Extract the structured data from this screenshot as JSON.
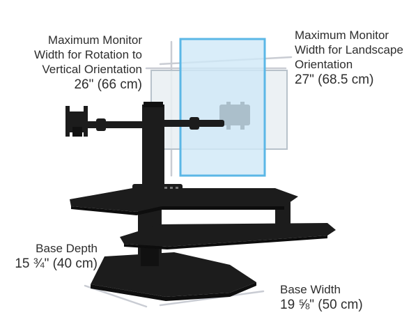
{
  "labels": {
    "rotation": {
      "lines": [
        "Maximum Monitor",
        "Width for Rotation to",
        "Vertical Orientation"
      ],
      "value": "26\" (66 cm)"
    },
    "landscape": {
      "lines": [
        "Maximum Monitor",
        "Width for Landscape",
        "Orientation"
      ],
      "value": "27\" (68.5 cm)"
    },
    "depth": {
      "lines": [
        "Base Depth"
      ],
      "value": "15 ¾\" (40 cm)"
    },
    "width": {
      "lines": [
        "Base Width"
      ],
      "value": "19 ⅝\" (50 cm)"
    }
  },
  "colors": {
    "dimension_line": "#c9ccd3",
    "monitor_vertical_fill": "#cfe9f7",
    "monitor_vertical_stroke": "#5bb7e6",
    "monitor_landscape_fill": "#e9eef2",
    "monitor_landscape_stroke": "#b8c2cb",
    "product": "#1c1c1c"
  }
}
